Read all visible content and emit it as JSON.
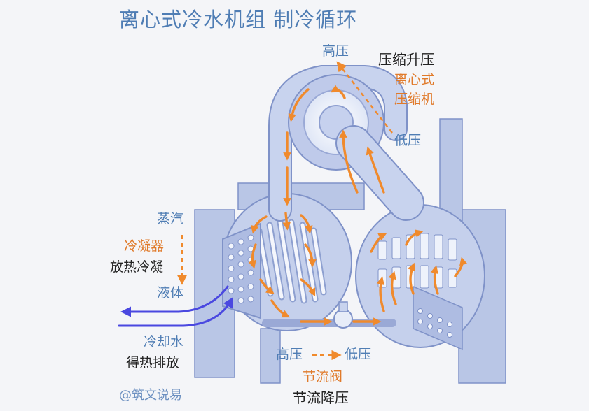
{
  "title": "离心式冷水机组 制冷循环",
  "compressor": {
    "high_pressure": "高压",
    "action": "压缩升压",
    "name_line1": "离心式",
    "name_line2": "压缩机",
    "low_pressure": "低压"
  },
  "condenser": {
    "vapor": "蒸汽",
    "name": "冷凝器",
    "action": "放热冷凝",
    "liquid": "液体"
  },
  "cooling_water": {
    "name": "冷却水",
    "action": "得热排放"
  },
  "valve": {
    "high_pressure": "高压",
    "low_pressure": "低压",
    "name": "节流阀",
    "action": "节流降压"
  },
  "watermark": "@筑文说易",
  "colors": {
    "title": "#4f7db4",
    "label_blue": "#4f7db4",
    "label_orange": "#e07a2a",
    "label_dark": "#222222",
    "water_arrow": "#4a48e0",
    "machine_fill": "#b9c6e6",
    "machine_stroke": "#7f92c8",
    "flow_arrow": "#f08a2c"
  }
}
